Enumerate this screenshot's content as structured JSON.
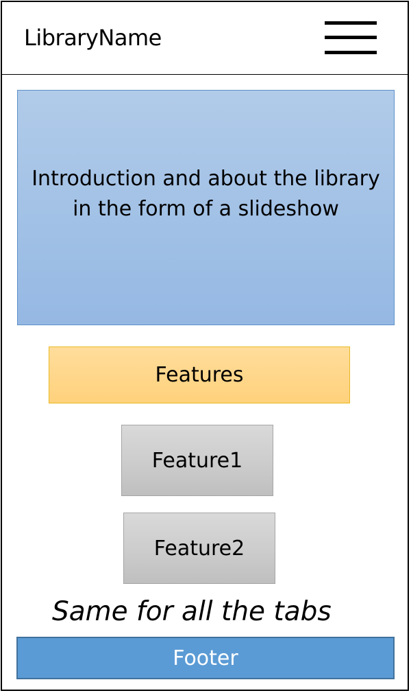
{
  "header": {
    "brand": "LibraryName",
    "menu_icon": "hamburger-menu-icon"
  },
  "slideshow": {
    "text": "Introduction and about the library in the form of a slideshow"
  },
  "features": {
    "label": "Features",
    "items": [
      {
        "label": "Feature1"
      },
      {
        "label": "Feature2"
      }
    ]
  },
  "note": "Same for all the tabs",
  "footer": {
    "label": "Footer"
  },
  "colors": {
    "slideshow_fill": "#a3c2e6",
    "features_fill": "#ffd78c",
    "feature_fill": "#cccccc",
    "footer_fill": "#5b9bd5"
  }
}
